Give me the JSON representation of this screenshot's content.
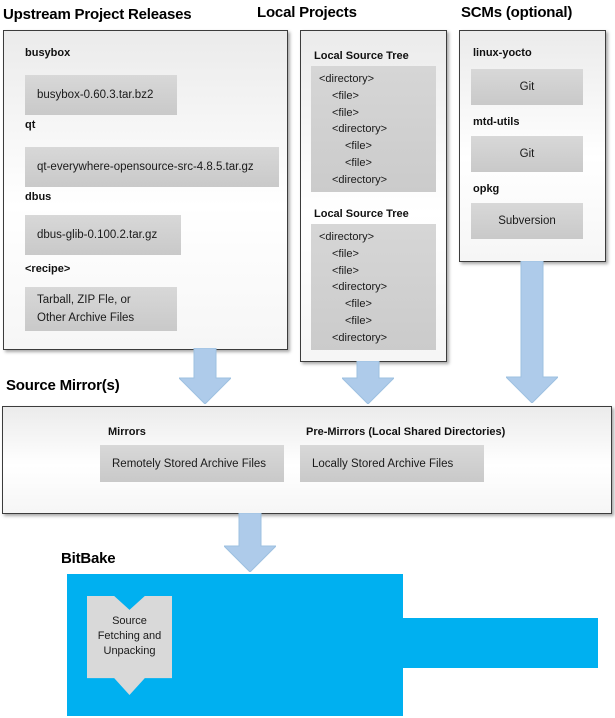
{
  "headings": {
    "upstream": "Upstream Project Releases",
    "local_projects": "Local Projects",
    "scms": "SCMs (optional)",
    "source_mirrors": "Source Mirror(s)",
    "bitbake": "BitBake"
  },
  "upstream_releases": {
    "items": [
      {
        "name": "busybox",
        "artifact": "busybox-0.60.3.tar.bz2"
      },
      {
        "name": "qt",
        "artifact": "qt-everywhere-opensource-src-4.8.5.tar.gz"
      },
      {
        "name": "dbus",
        "artifact": "dbus-glib-0.100.2.tar.gz"
      },
      {
        "name": "<recipe>",
        "artifact_lines": [
          "Tarball, ZIP Fle, or",
          "Other Archive Files"
        ]
      }
    ]
  },
  "local_projects": {
    "trees": [
      {
        "label": "Local Source Tree",
        "lines": [
          {
            "text": "<directory>",
            "indent": 0
          },
          {
            "text": "<file>",
            "indent": 1
          },
          {
            "text": "<file>",
            "indent": 1
          },
          {
            "text": "<directory>",
            "indent": 1
          },
          {
            "text": "<file>",
            "indent": 2
          },
          {
            "text": "<file>",
            "indent": 2
          },
          {
            "text": "<directory>",
            "indent": 1
          }
        ]
      },
      {
        "label": "Local Source Tree",
        "lines": [
          {
            "text": "<directory>",
            "indent": 0
          },
          {
            "text": "<file>",
            "indent": 1
          },
          {
            "text": "<file>",
            "indent": 1
          },
          {
            "text": "<directory>",
            "indent": 1
          },
          {
            "text": "<file>",
            "indent": 2
          },
          {
            "text": "<file>",
            "indent": 2
          },
          {
            "text": "<directory>",
            "indent": 1
          }
        ]
      }
    ]
  },
  "scms": {
    "items": [
      {
        "name": "linux-yocto",
        "tool": "Git"
      },
      {
        "name": "mtd-utils",
        "tool": "Git"
      },
      {
        "name": "opkg",
        "tool": "Subversion"
      }
    ]
  },
  "source_mirrors": {
    "mirrors": {
      "label": "Mirrors",
      "value": "Remotely Stored Archive Files"
    },
    "premirrors": {
      "label": "Pre-Mirrors (Local Shared Directories)",
      "value": "Locally Stored Archive Files"
    }
  },
  "bitbake": {
    "ribbon_lines": [
      "Source",
      "Fetching and",
      "Unpacking"
    ]
  },
  "colors": {
    "bitbake_blue": "#00b0f0",
    "arrow_fill": "#aecbea",
    "arrow_stroke": "#9dc0e0",
    "inner_box_gray": "#d0d0d0"
  }
}
